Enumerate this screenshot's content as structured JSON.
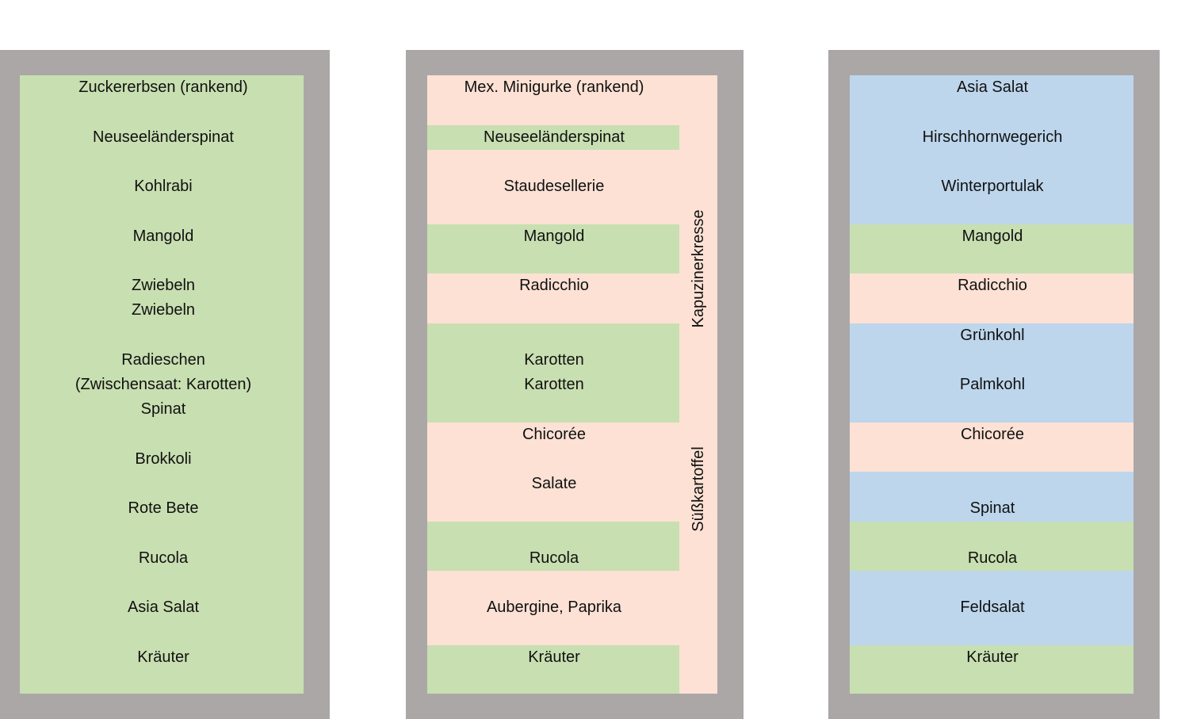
{
  "colors": {
    "frame": "#aba7a7",
    "green": "#c8dfb1",
    "peach": "#fce1d4",
    "blue": "#bdd6ec"
  },
  "beds": [
    {
      "id": "bed-1",
      "base_color": "green",
      "bands": [],
      "labels": [
        {
          "row": 0,
          "text": "Zuckererbsen (rankend)"
        },
        {
          "row": 2,
          "text": "Neuseeländerspinat"
        },
        {
          "row": 4,
          "text": "Kohlrabi"
        },
        {
          "row": 6,
          "text": "Mangold"
        },
        {
          "row": 8,
          "text": "Zwiebeln"
        },
        {
          "row": 9,
          "text": "Zwiebeln"
        },
        {
          "row": 11,
          "text": "Radieschen"
        },
        {
          "row": 12,
          "text": "(Zwischensaat: Karotten)"
        },
        {
          "row": 13,
          "text": "Spinat"
        },
        {
          "row": 15,
          "text": "Brokkoli"
        },
        {
          "row": 17,
          "text": "Rote Bete"
        },
        {
          "row": 19,
          "text": "Rucola"
        },
        {
          "row": 21,
          "text": "Asia Salat"
        },
        {
          "row": 23,
          "text": "Kräuter"
        }
      ]
    },
    {
      "id": "bed-2",
      "base_color": "peach",
      "bands": [
        {
          "from": 2,
          "to": 3,
          "color": "green"
        },
        {
          "from": 6,
          "to": 8,
          "color": "green"
        },
        {
          "from": 10,
          "to": 14,
          "color": "green"
        },
        {
          "from": 18,
          "to": 20,
          "color": "green"
        },
        {
          "from": 23,
          "to": 25,
          "color": "green"
        }
      ],
      "labels": [
        {
          "row": 0,
          "text": "Mex. Minigurke (rankend)"
        },
        {
          "row": 2,
          "text": "Neuseeländerspinat"
        },
        {
          "row": 4,
          "text": "Staudesellerie"
        },
        {
          "row": 6,
          "text": "Mangold"
        },
        {
          "row": 8,
          "text": "Radicchio"
        },
        {
          "row": 11,
          "text": "Karotten"
        },
        {
          "row": 12,
          "text": "Karotten"
        },
        {
          "row": 14,
          "text": "Chicorée"
        },
        {
          "row": 16,
          "text": "Salate"
        },
        {
          "row": 19,
          "text": "Rucola"
        },
        {
          "row": 21,
          "text": "Aubergine, Paprika"
        },
        {
          "row": 23,
          "text": "Kräuter"
        }
      ],
      "side_labels": [
        {
          "text": "Kapuzinerkresse",
          "center_row": 7.8
        },
        {
          "text": "Süßkartoffel",
          "center_row": 16.7
        }
      ]
    },
    {
      "id": "bed-3",
      "base_color": "blue",
      "bands": [
        {
          "from": 6,
          "to": 8,
          "color": "green"
        },
        {
          "from": 8,
          "to": 10,
          "color": "peach"
        },
        {
          "from": 14,
          "to": 16,
          "color": "peach"
        },
        {
          "from": 18,
          "to": 20,
          "color": "green"
        },
        {
          "from": 23,
          "to": 25,
          "color": "green"
        }
      ],
      "labels": [
        {
          "row": 0,
          "text": "Asia Salat"
        },
        {
          "row": 2,
          "text": "Hirschhornwegerich"
        },
        {
          "row": 4,
          "text": "Winterportulak"
        },
        {
          "row": 6,
          "text": "Mangold"
        },
        {
          "row": 8,
          "text": "Radicchio"
        },
        {
          "row": 10,
          "text": "Grünkohl"
        },
        {
          "row": 12,
          "text": "Palmkohl"
        },
        {
          "row": 14,
          "text": "Chicorée"
        },
        {
          "row": 17,
          "text": "Spinat"
        },
        {
          "row": 19,
          "text": "Rucola"
        },
        {
          "row": 21,
          "text": "Feldsalat"
        },
        {
          "row": 23,
          "text": "Kräuter"
        }
      ]
    }
  ]
}
